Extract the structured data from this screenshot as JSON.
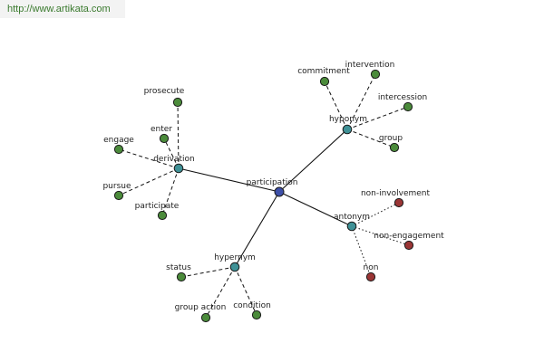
{
  "header": {
    "url": "http://www.artikata.com"
  },
  "colors": {
    "center": "#3d4fa8",
    "relation": "#3f9196",
    "leaf": "#4b8b3b",
    "antonym_leaf": "#9a3535"
  },
  "graph": {
    "center": {
      "id": "participation",
      "label": "participation"
    },
    "relations": [
      {
        "id": "derivation",
        "label": "derivation",
        "leaves": [
          "prosecute",
          "enter",
          "engage",
          "pursue",
          "participate"
        ]
      },
      {
        "id": "hyponym",
        "label": "hyponym",
        "leaves": [
          "commitment",
          "intervention",
          "intercession",
          "group"
        ]
      },
      {
        "id": "antonym",
        "label": "antonym",
        "leaves": [
          "non-involvement",
          "non-engagement",
          "non"
        ]
      },
      {
        "id": "hypernym",
        "label": "hypernym",
        "leaves": [
          "status",
          "group action",
          "condition"
        ]
      }
    ]
  }
}
